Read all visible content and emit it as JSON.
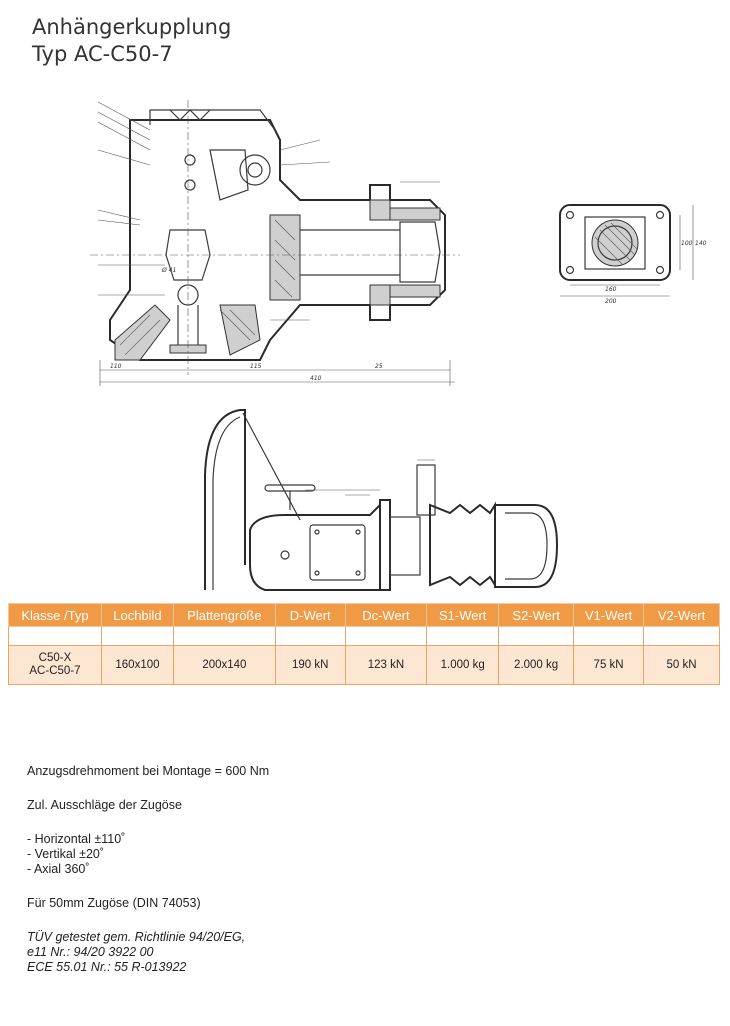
{
  "header": {
    "title_line1": "Anhängerkupplung",
    "title_line2": "Typ AC-C50-7"
  },
  "drawing_top": {
    "dims": [
      "160",
      "200",
      "100",
      "140",
      "Ø 41",
      "110",
      "115",
      "410",
      "25"
    ]
  },
  "table": {
    "headers": [
      "Klasse /Typ",
      "Lochbild",
      "Plattengröße",
      "D-Wert",
      "Dc-Wert",
      "S1-Wert",
      "S2-Wert",
      "V1-Wert",
      "V2-Wert"
    ],
    "rows": [
      [
        "C50-X\nAC-C50-7",
        "160x100",
        "200x140",
        "190 kN",
        "123 kN",
        "1.000 kg",
        "2.000 kg",
        "75 kN",
        "50 kN"
      ]
    ]
  },
  "notes": {
    "torque": "Anzugsdrehmoment bei Montage = 600 Nm",
    "deflection_title": "Zul. Ausschläge der Zugöse",
    "horizontal": "- Horizontal  ±110˚",
    "vertical": "- Vertikal  ±20˚",
    "axial": "- Axial  360˚",
    "eye": "Für 50mm Zugöse (DIN 74053)",
    "tuev1": "TÜV getestet gem. Richtlinie 94/20/EG,",
    "tuev2": "e11 Nr.: 94/20 3922 00",
    "tuev3": "ECE 55.01 Nr.: 55 R-013922"
  }
}
